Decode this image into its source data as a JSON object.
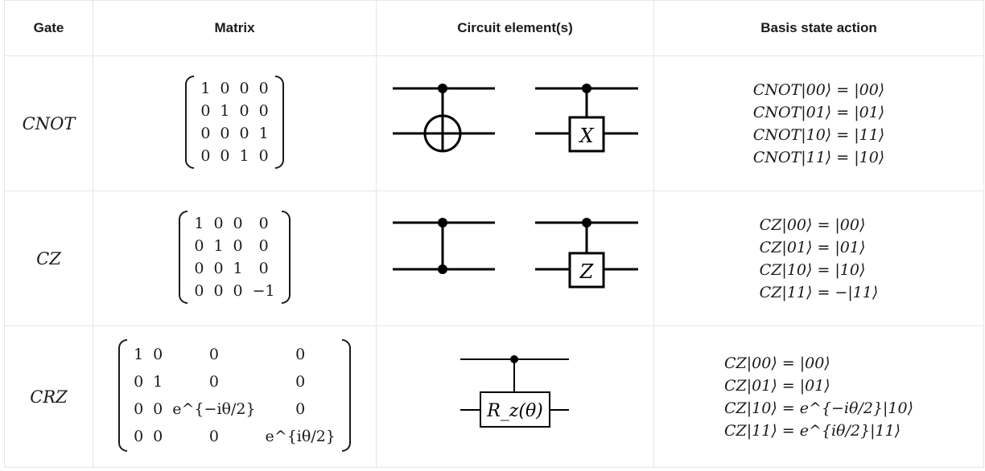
{
  "headers": [
    "Gate",
    "Matrix",
    "Circuit element(s)",
    "Basis state action"
  ],
  "rows": [
    {
      "gate": "CNOT",
      "matrix": [
        [
          "1",
          "0",
          "0",
          "0"
        ],
        [
          "0",
          "1",
          "0",
          "0"
        ],
        [
          "0",
          "0",
          "0",
          "1"
        ],
        [
          "0",
          "0",
          "1",
          "0"
        ]
      ],
      "circuit_box_labels": [
        "X"
      ],
      "actions": [
        "CNOT|00⟩ = |00⟩",
        "CNOT|01⟩ = |01⟩",
        "CNOT|10⟩ = |11⟩",
        "CNOT|11⟩ = |10⟩"
      ]
    },
    {
      "gate": "CZ",
      "matrix": [
        [
          "1",
          "0",
          "0",
          "0"
        ],
        [
          "0",
          "1",
          "0",
          "0"
        ],
        [
          "0",
          "0",
          "1",
          "0"
        ],
        [
          "0",
          "0",
          "0",
          "−1"
        ]
      ],
      "circuit_box_labels": [
        "Z"
      ],
      "actions": [
        "CZ|00⟩ = |00⟩",
        "CZ|01⟩ = |01⟩",
        "CZ|10⟩ = |10⟩",
        "CZ|11⟩ = −|11⟩"
      ]
    },
    {
      "gate": "CRZ",
      "matrix": [
        [
          "1",
          "0",
          "0",
          "0"
        ],
        [
          "0",
          "1",
          "0",
          "0"
        ],
        [
          "0",
          "0",
          "e^{−iθ/2}",
          "0"
        ],
        [
          "0",
          "0",
          "0",
          "e^{iθ/2}"
        ]
      ],
      "circuit_box_labels": [
        "R_z(θ)"
      ],
      "actions": [
        "CZ|00⟩ = |00⟩",
        "CZ|01⟩ = |01⟩",
        "CZ|10⟩ = e^{−iθ/2}|10⟩",
        "CZ|11⟩ = e^{iθ/2}|11⟩"
      ]
    }
  ]
}
